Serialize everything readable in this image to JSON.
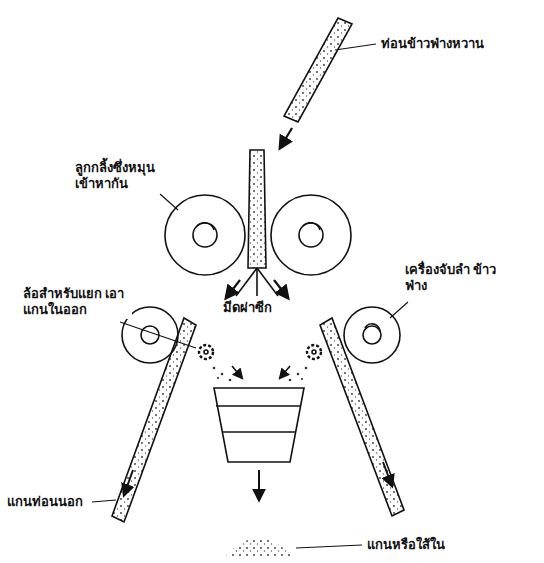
{
  "diagram": {
    "labels": [
      "ท่อนข้าวฟ่างหวาน",
      "ลูกกลิ้งซึ่งหมุน เข้าหากัน",
      "ล้อสำหรับแยก เอาแกนในออก",
      "มีดผ่าซีก",
      "เครื่องจับลำ ข้าวฟ่าง",
      "แกนท่อนนอก",
      "แกนหรือใส้ใน"
    ]
  }
}
